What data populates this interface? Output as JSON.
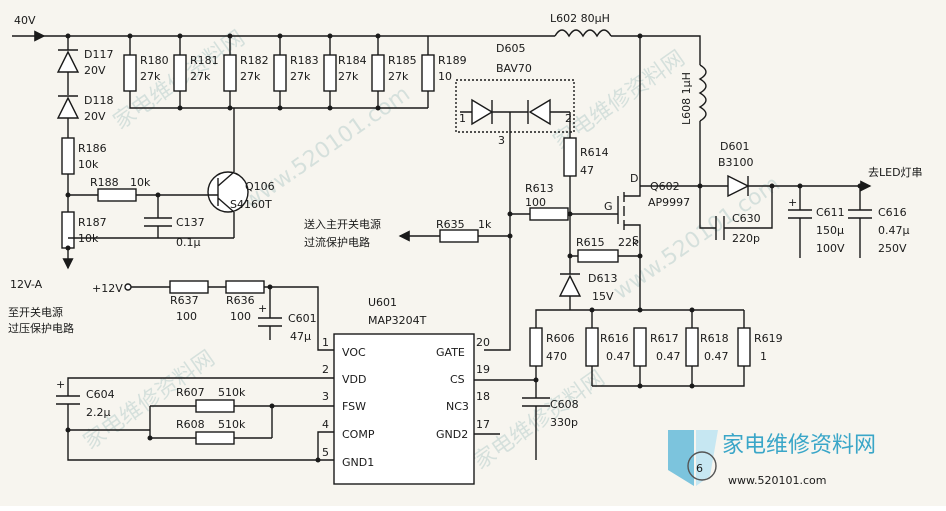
{
  "net": {
    "in": "40V",
    "v12a": "12V-A",
    "p12": "+12V",
    "led_out": "去LED灯串"
  },
  "notes": {
    "ovp_l1": "至开关电源",
    "ovp_l2": "过压保护电路",
    "ocp_l1": "送入主开关电源",
    "ocp_l2": "过流保护电路"
  },
  "resistors": {
    "R180": [
      "R180",
      "27k"
    ],
    "R181": [
      "R181",
      "27k"
    ],
    "R182": [
      "R182",
      "27k"
    ],
    "R183": [
      "R183",
      "27k"
    ],
    "R184": [
      "R184",
      "27k"
    ],
    "R185": [
      "R185",
      "27k"
    ],
    "R189": [
      "R189",
      "10"
    ],
    "R186": [
      "R186",
      "10k"
    ],
    "R188": [
      "R188",
      "10k"
    ],
    "R187": [
      "R187",
      "10k"
    ],
    "R614": [
      "R614",
      "47"
    ],
    "R613": [
      "R613",
      "100"
    ],
    "R635": [
      "R635",
      "1k"
    ],
    "R615": [
      "R615",
      "22k"
    ],
    "R637": [
      "R637",
      "100"
    ],
    "R636": [
      "R636",
      "100"
    ],
    "R606": [
      "R606",
      "470"
    ],
    "R616": [
      "R616",
      "0.47"
    ],
    "R617": [
      "R617",
      "0.47"
    ],
    "R618": [
      "R618",
      "0.47"
    ],
    "R619": [
      "R619",
      "1"
    ],
    "R607": [
      "R607",
      "510k"
    ],
    "R608": [
      "R608",
      "510k"
    ]
  },
  "caps": {
    "C137": [
      "C137",
      "0.1μ"
    ],
    "C601": [
      "C601",
      "47μ"
    ],
    "C604": [
      "C604",
      "2.2μ"
    ],
    "C608": [
      "C608",
      "330p"
    ],
    "C630": [
      "C630",
      "220p"
    ],
    "C611": [
      "C611",
      "150μ",
      "100V"
    ],
    "C616": [
      "C616",
      "0.47μ",
      "250V"
    ]
  },
  "diodes": {
    "D117": [
      "D117",
      "20V"
    ],
    "D118": [
      "D118",
      "20V"
    ],
    "D613": [
      "D613",
      "15V"
    ],
    "D601": [
      "D601",
      "B3100"
    ],
    "D605": [
      "D605",
      "BAV70"
    ]
  },
  "inductors": {
    "L602": "L602  80μH",
    "L608": "L608  1μH"
  },
  "transistors": {
    "Q106": [
      "Q106",
      "S4160T"
    ],
    "Q602": [
      "Q602",
      "AP9997"
    ]
  },
  "q602_pins": {
    "d": "D",
    "g": "G",
    "s": "S"
  },
  "d605_pins": {
    "p1": "1",
    "p2": "2",
    "p3": "3"
  },
  "ic": {
    "ref": "U601",
    "part": "MAP3204T",
    "left": [
      [
        "1",
        "VOC"
      ],
      [
        "2",
        "VDD"
      ],
      [
        "3",
        "FSW"
      ],
      [
        "4",
        "COMP"
      ],
      [
        "5",
        "GND1"
      ]
    ],
    "right": [
      [
        "20",
        "GATE"
      ],
      [
        "19",
        "CS"
      ],
      [
        "18",
        "NC3"
      ],
      [
        "17",
        "GND2"
      ]
    ]
  },
  "watermark": {
    "site": "家电维修资料网",
    "url": "www.520101.com",
    "page": "6"
  }
}
